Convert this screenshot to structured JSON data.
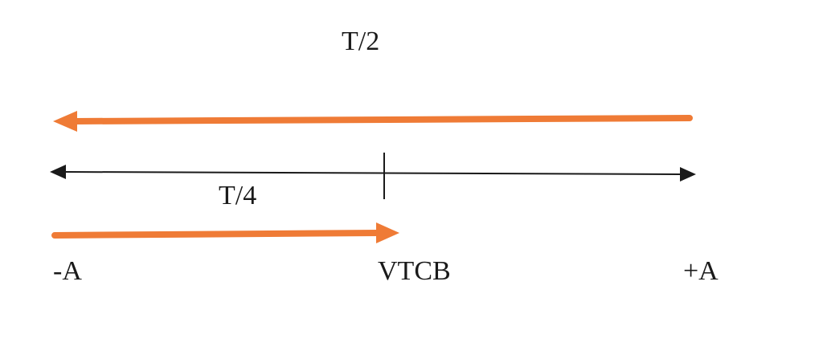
{
  "labels": {
    "half_period": "T/2",
    "quarter_period": "T/4",
    "left_end": "-A",
    "center": "VTCB",
    "right_end": "+A"
  },
  "colors": {
    "arrow": "#ef7b36",
    "axis": "#1a1a1a"
  }
}
